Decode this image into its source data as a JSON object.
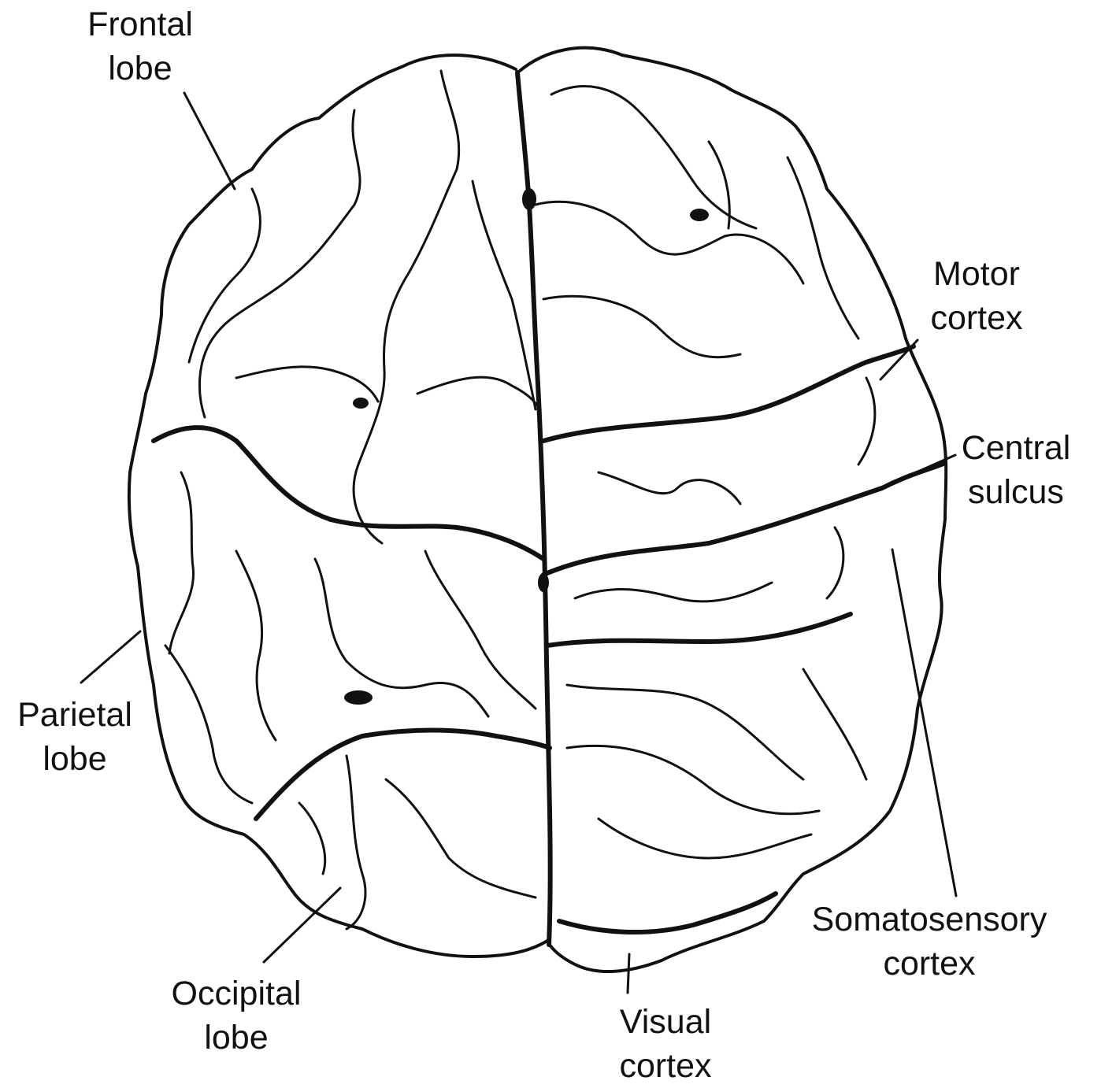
{
  "diagram": {
    "labels": {
      "frontal_lobe": [
        "Frontal",
        "lobe"
      ],
      "motor_cortex": [
        "Motor",
        "cortex"
      ],
      "central_sulcus": [
        "Central",
        "sulcus"
      ],
      "parietal_lobe": [
        "Parietal",
        "lobe"
      ],
      "somatosensory_cortex": [
        "Somatosensory",
        "cortex"
      ],
      "occipital_lobe": [
        "Occipital",
        "lobe"
      ],
      "visual_cortex": [
        "Visual",
        "cortex"
      ]
    }
  }
}
